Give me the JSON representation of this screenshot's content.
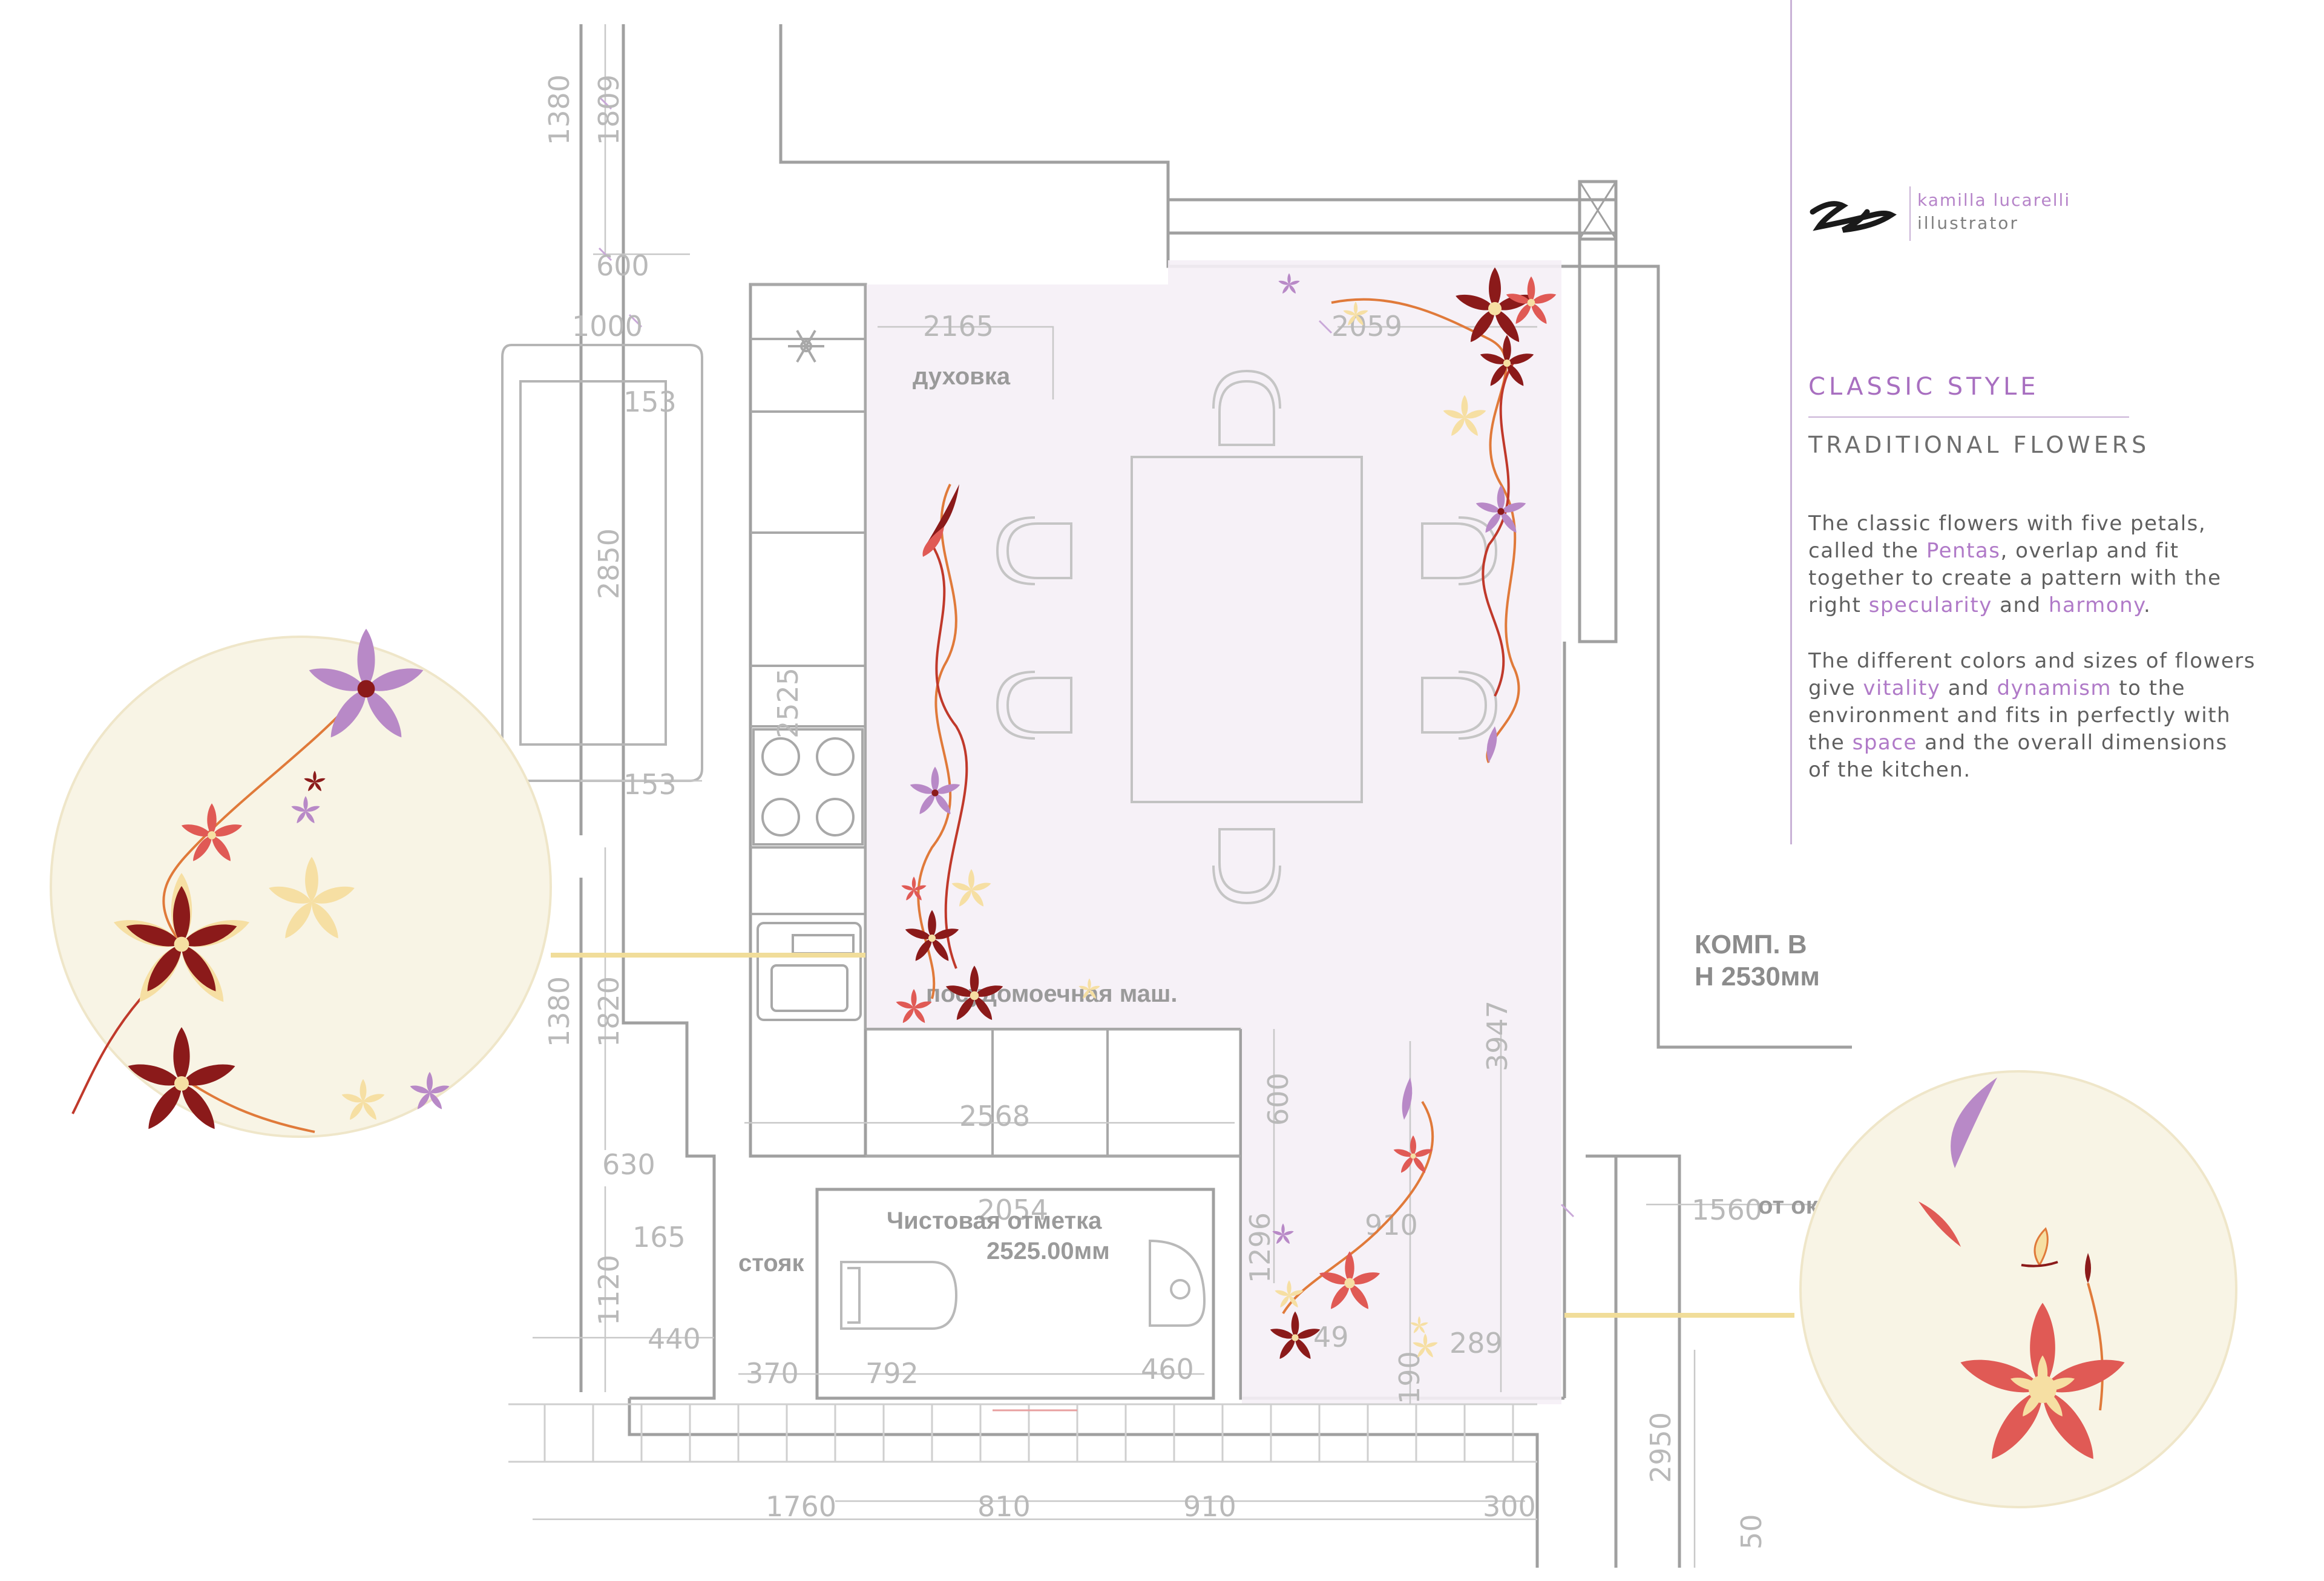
{
  "brand": {
    "name": "kamilla lucarelli",
    "role": "illustrator"
  },
  "panel": {
    "title": "CLASSIC STYLE",
    "subtitle": "TRADITIONAL FLOWERS",
    "paragraph1": {
      "t1": "The classic flowers with five petals, called the ",
      "h1": "Pentas",
      "t2": ", overlap and fit together to create a pattern with the right ",
      "h2": "specularity",
      "t3": " and ",
      "h3": "harmony",
      "t4": "."
    },
    "paragraph2": {
      "t1": "The different colors and sizes of flowers give ",
      "h1": "vitality",
      "t2": " and ",
      "h2": "dynamism",
      "t3": " to the environment and fits in perfectly with the ",
      "h3": "space",
      "t4": " and the overall dimensions of the kitchen."
    }
  },
  "plan": {
    "labels": {
      "oven": "духовка",
      "dishwasher": "посудомоечная маш.",
      "finish_level_1": "Чистовая отметка",
      "finish_level_2": "2525.00мм",
      "riser": "стояк",
      "room_1": "КОМП. В",
      "room_2": "Н 2530мм",
      "from_window": "от окна"
    },
    "dimensions": {
      "d1809": "1809",
      "d1380": "1380",
      "d600a": "600",
      "d1000": "1000",
      "d153a": "153",
      "d2850": "2850",
      "d153b": "153",
      "d2525": "2525",
      "d1820": "1820",
      "d1380b": "1380",
      "d630": "630",
      "d165": "165",
      "d1120": "1120",
      "d440": "440",
      "d370": "370",
      "d792": "792",
      "d460": "460",
      "d1760": "1760",
      "d810": "810",
      "d910a": "910",
      "d300": "300",
      "d2165": "2165",
      "d2059": "2059",
      "d3947": "3947",
      "d2568": "2568",
      "d600b": "600",
      "d2054": "2054",
      "d910b": "910",
      "d1296": "1296",
      "d289": "289",
      "d190": "190",
      "d1560": "1560",
      "d2950": "2950",
      "d50": "50",
      "d49": "49"
    }
  },
  "colors": {
    "accent_purple": "#b07ac8",
    "flower_dark_red": "#8b1a1a",
    "flower_coral": "#e05a55",
    "flower_lilac": "#b889c7",
    "flower_cream": "#f6dfa3",
    "stem_orange": "#e07a3a",
    "room_tint": "#f6f1f7",
    "circle_bg": "#f8f4e5",
    "wall_line": "#a0a0a0"
  }
}
